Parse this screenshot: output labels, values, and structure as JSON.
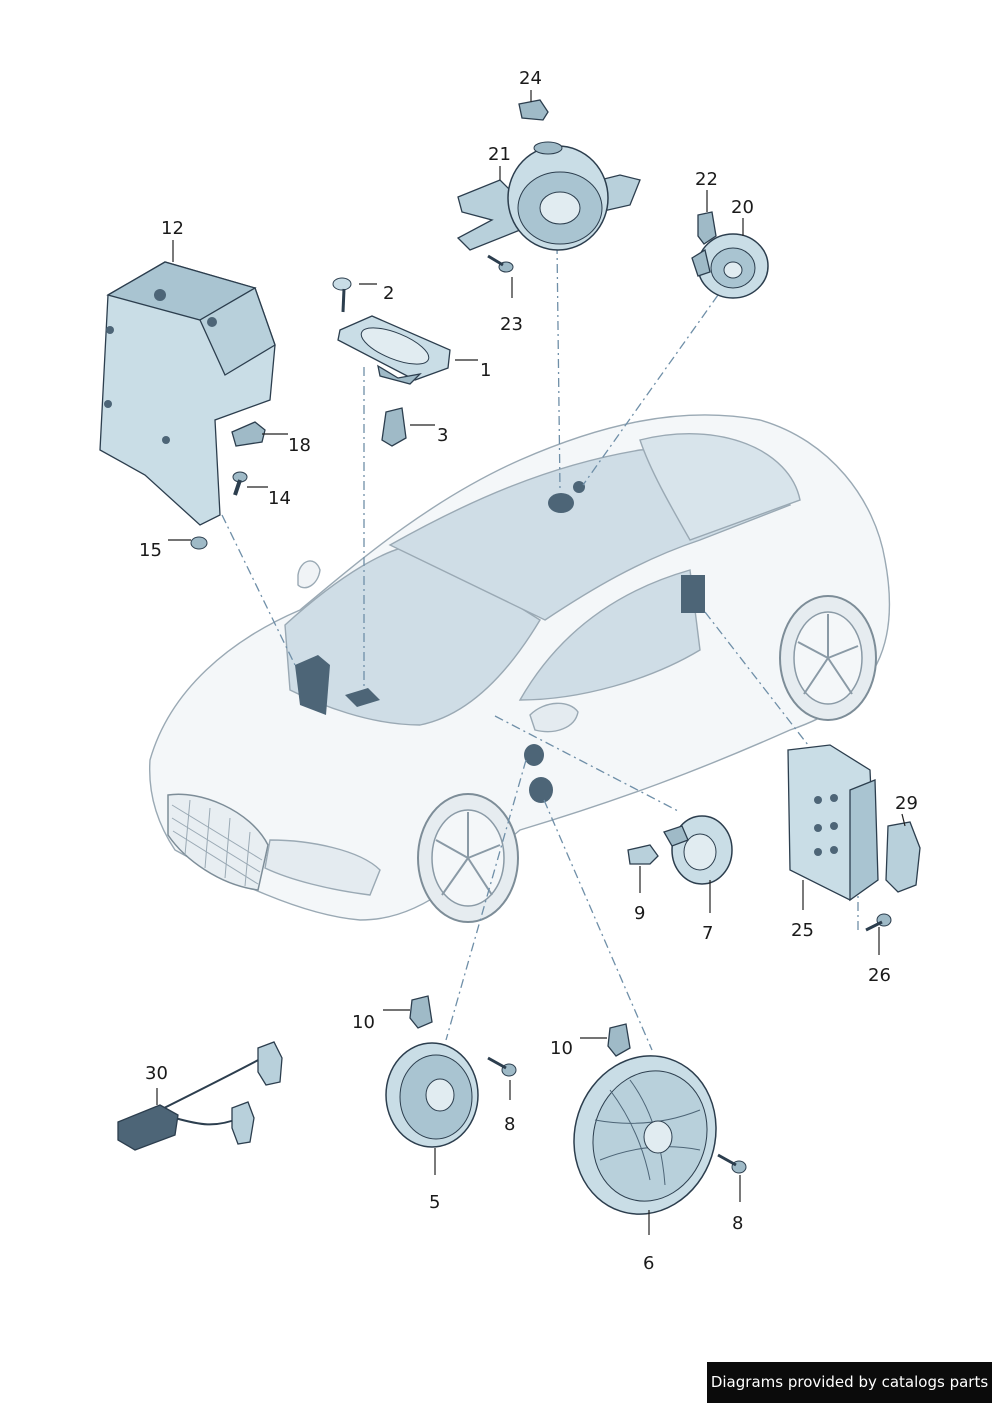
{
  "diagram": {
    "callouts": [
      {
        "id": "24",
        "label": "24"
      },
      {
        "id": "21",
        "label": "21"
      },
      {
        "id": "22",
        "label": "22"
      },
      {
        "id": "20",
        "label": "20"
      },
      {
        "id": "12",
        "label": "12"
      },
      {
        "id": "2",
        "label": "2"
      },
      {
        "id": "23",
        "label": "23"
      },
      {
        "id": "1",
        "label": "1"
      },
      {
        "id": "3",
        "label": "3"
      },
      {
        "id": "18",
        "label": "18"
      },
      {
        "id": "14",
        "label": "14"
      },
      {
        "id": "15",
        "label": "15"
      },
      {
        "id": "29",
        "label": "29"
      },
      {
        "id": "9",
        "label": "9"
      },
      {
        "id": "7",
        "label": "7"
      },
      {
        "id": "25",
        "label": "25"
      },
      {
        "id": "26",
        "label": "26"
      },
      {
        "id": "10a",
        "label": "10"
      },
      {
        "id": "10b",
        "label": "10"
      },
      {
        "id": "30",
        "label": "30"
      },
      {
        "id": "8a",
        "label": "8"
      },
      {
        "id": "8b",
        "label": "8"
      },
      {
        "id": "5",
        "label": "5"
      },
      {
        "id": "6",
        "label": "6"
      }
    ]
  },
  "credit": {
    "text": "Diagrams provided by catalogs parts"
  },
  "colors": {
    "part_fill": "#c9dde6",
    "part_dark": "#4d6577",
    "car_fill": "#f4f7f9",
    "glass": "#cfdde6",
    "background": "#ffffff"
  }
}
